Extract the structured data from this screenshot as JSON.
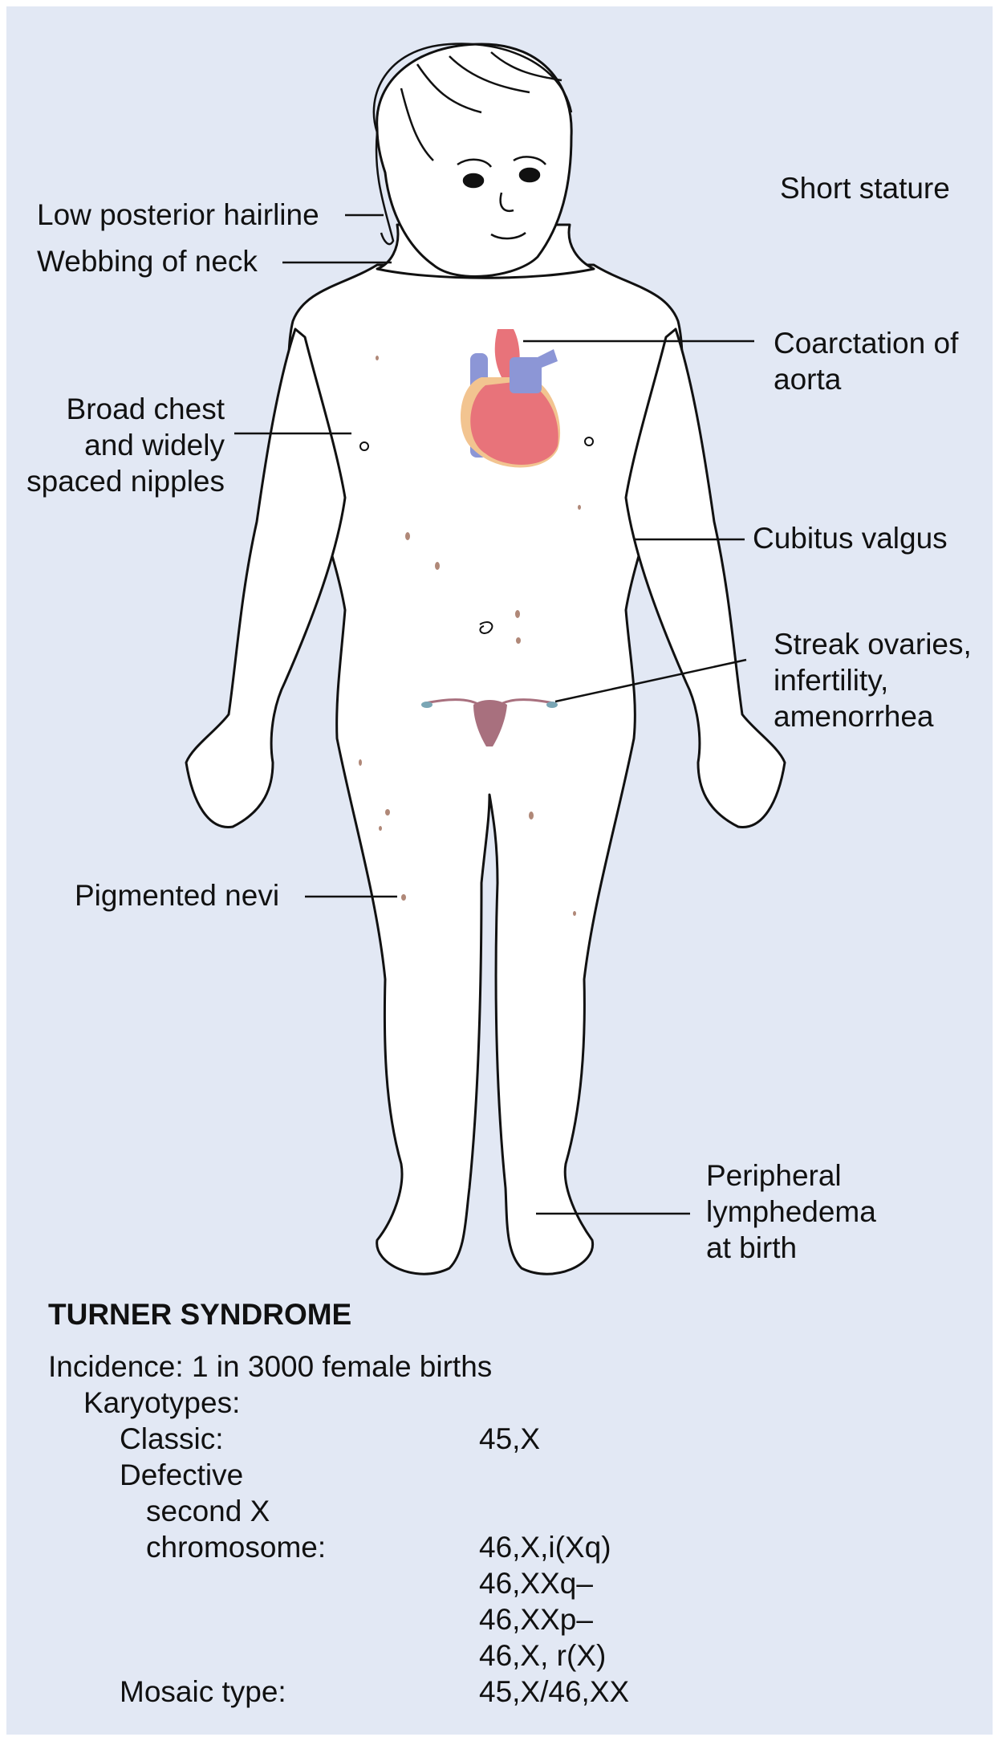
{
  "labels": {
    "short_stature": "Short stature",
    "low_hairline": "Low posterior hairline",
    "webbing_neck": "Webbing of neck",
    "coarctation": [
      "Coarctation of",
      "aorta"
    ],
    "broad_chest": [
      "Broad chest",
      "and widely",
      "spaced nipples"
    ],
    "cubitus_valgus": "Cubitus valgus",
    "streak_ovaries": [
      "Streak ovaries,",
      "infertility,",
      "amenorrhea"
    ],
    "pigmented_nevi": "Pigmented nevi",
    "lymphedema": [
      "Peripheral",
      "lymphedema",
      "at birth"
    ]
  },
  "syndrome": {
    "title": "TURNER SYNDROME",
    "incidence": "Incidence: 1 in 3000 female births",
    "karyotypes_heading": "Karyotypes:",
    "classic_label": "Classic:",
    "classic_value": "45,X",
    "defective_label": [
      "Defective",
      "second X",
      "chromosome:"
    ],
    "defective_values": [
      "46,X,i(Xq)",
      "46,XXq–",
      "46,XXp–",
      "46,X, r(X)"
    ],
    "mosaic_label": "Mosaic type:",
    "mosaic_value": "45,X/46,XX"
  },
  "colors": {
    "background": "#e2e8f4",
    "heart": "#e8737a",
    "vessel_blue": "#8c96d6",
    "uterus": "#a8707e",
    "nevi": "#b08878"
  }
}
